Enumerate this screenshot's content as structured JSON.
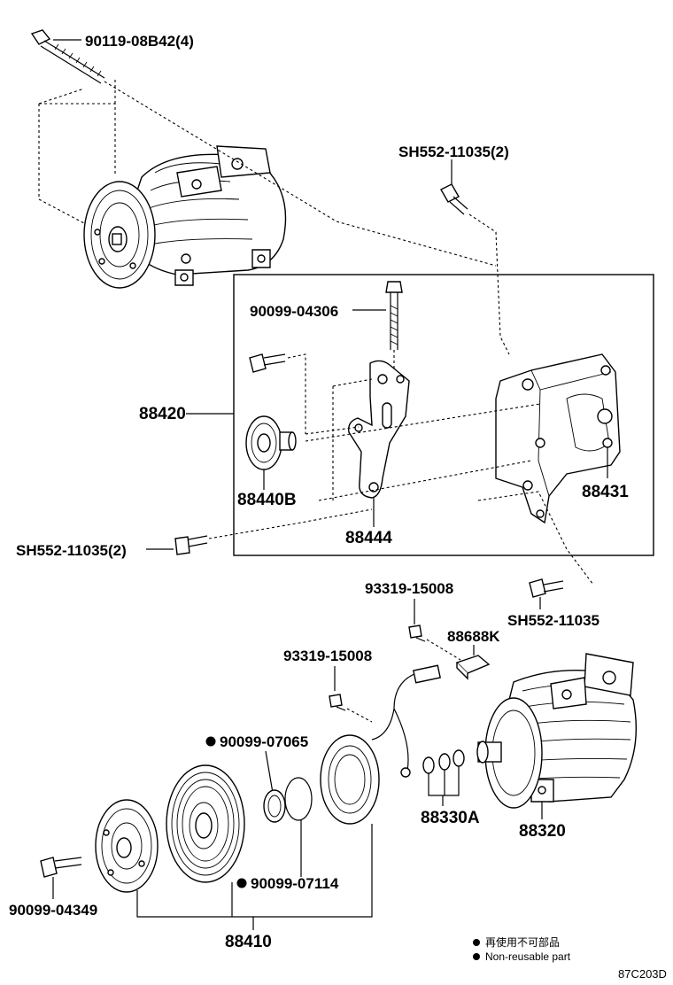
{
  "labels": {
    "bolt_top": "90119-08B42(4)",
    "bolt_sh_top": "SH552-11035(2)",
    "bolt_bracket": "90099-04306",
    "bracket_assy": "88420",
    "pulley_idler": "88440B",
    "bracket_plate": "88444",
    "bracket_body": "88431",
    "bolt_sh_left": "SH552-11035(2)",
    "clip_upper": "93319-15008",
    "bolt_sh_right": "SH552-11035",
    "connector": "88688K",
    "clip_lower": "93319-15008",
    "snap_ring_a": "90099-07065",
    "oring_set": "88330A",
    "compressor": "88320",
    "snap_ring_b": "90099-07114",
    "bolt_hub": "90099-04349",
    "clutch_assy": "88410"
  },
  "legend": {
    "jp": "再使用不可部品",
    "en": "Non-reusable part"
  },
  "code": "87C203D"
}
